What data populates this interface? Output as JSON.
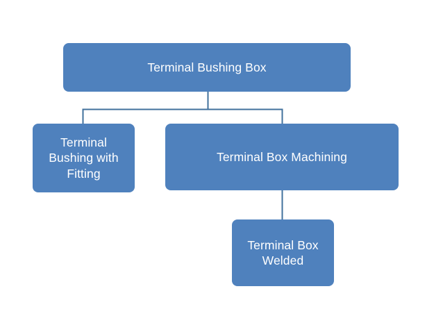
{
  "diagram": {
    "type": "organizational-breakdown-tree",
    "background_color": "#FFFFFF",
    "node_fill_color": "#4F81BD",
    "node_text_color": "#FFFFFF",
    "connector_color": "#41719C",
    "nodes": [
      {
        "id": "root",
        "label": "Terminal Bushing Box",
        "level": 1
      },
      {
        "id": "bushing-fitting",
        "label": "Terminal\nBushing with\nFitting",
        "level": 2
      },
      {
        "id": "box-machining",
        "label": "Terminal Box Machining",
        "level": 2
      },
      {
        "id": "box-welded",
        "label": "Terminal Box\nWelded",
        "level": 3
      }
    ],
    "edges": [
      {
        "from": "root",
        "to": "bushing-fitting"
      },
      {
        "from": "root",
        "to": "box-machining"
      },
      {
        "from": "box-machining",
        "to": "box-welded"
      }
    ]
  }
}
